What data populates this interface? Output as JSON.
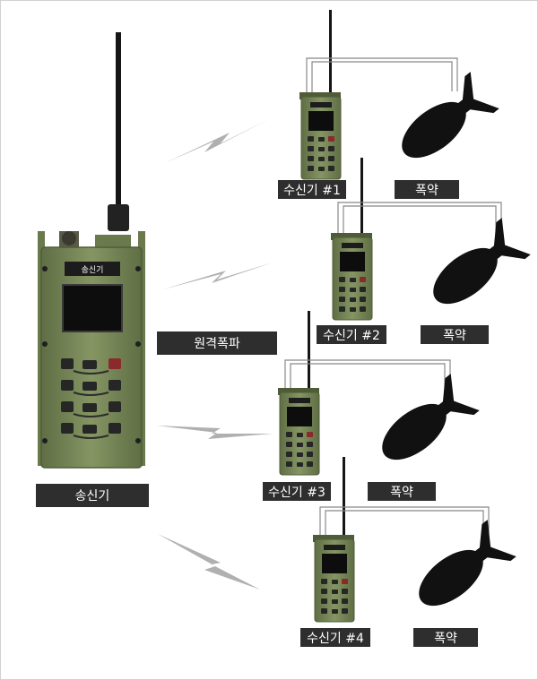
{
  "transmitter": {
    "label": "송신기",
    "screen_label": "송신기"
  },
  "remote_label": "원격폭파",
  "receivers": [
    {
      "label": "수신기 #1",
      "explosive": "폭약"
    },
    {
      "label": "수신기 #2",
      "explosive": "폭약"
    },
    {
      "label": "수신기 #3",
      "explosive": "폭약"
    },
    {
      "label": "수신기 #4",
      "explosive": "폭약"
    }
  ],
  "colors": {
    "device_body": "#7a8a5a",
    "device_dark": "#4f5c38",
    "label_bg": "#2e2e2e",
    "signal": "#b0b0b0",
    "bomb": "#111111"
  }
}
